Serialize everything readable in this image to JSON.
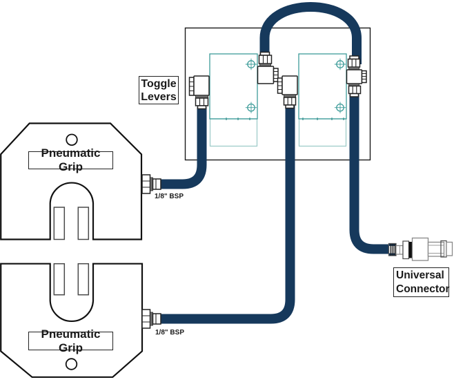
{
  "colors": {
    "tube": "#16395C",
    "teal": "#3D9C99",
    "teal_light": "#9FCBC9",
    "teal_dark": "#2E8B88"
  },
  "labels": {
    "toggle_levers": {
      "line1": "Toggle",
      "line2": "Levers"
    },
    "pneumatic_grip_top": "Pneumatic Grip",
    "pneumatic_grip_bottom": "Pneumatic Grip",
    "universal_connector": {
      "line1": "Universal",
      "line2": "Connector"
    },
    "fitting_top": "1/8\" BSP",
    "fitting_bottom": "1/8\" BSP"
  }
}
